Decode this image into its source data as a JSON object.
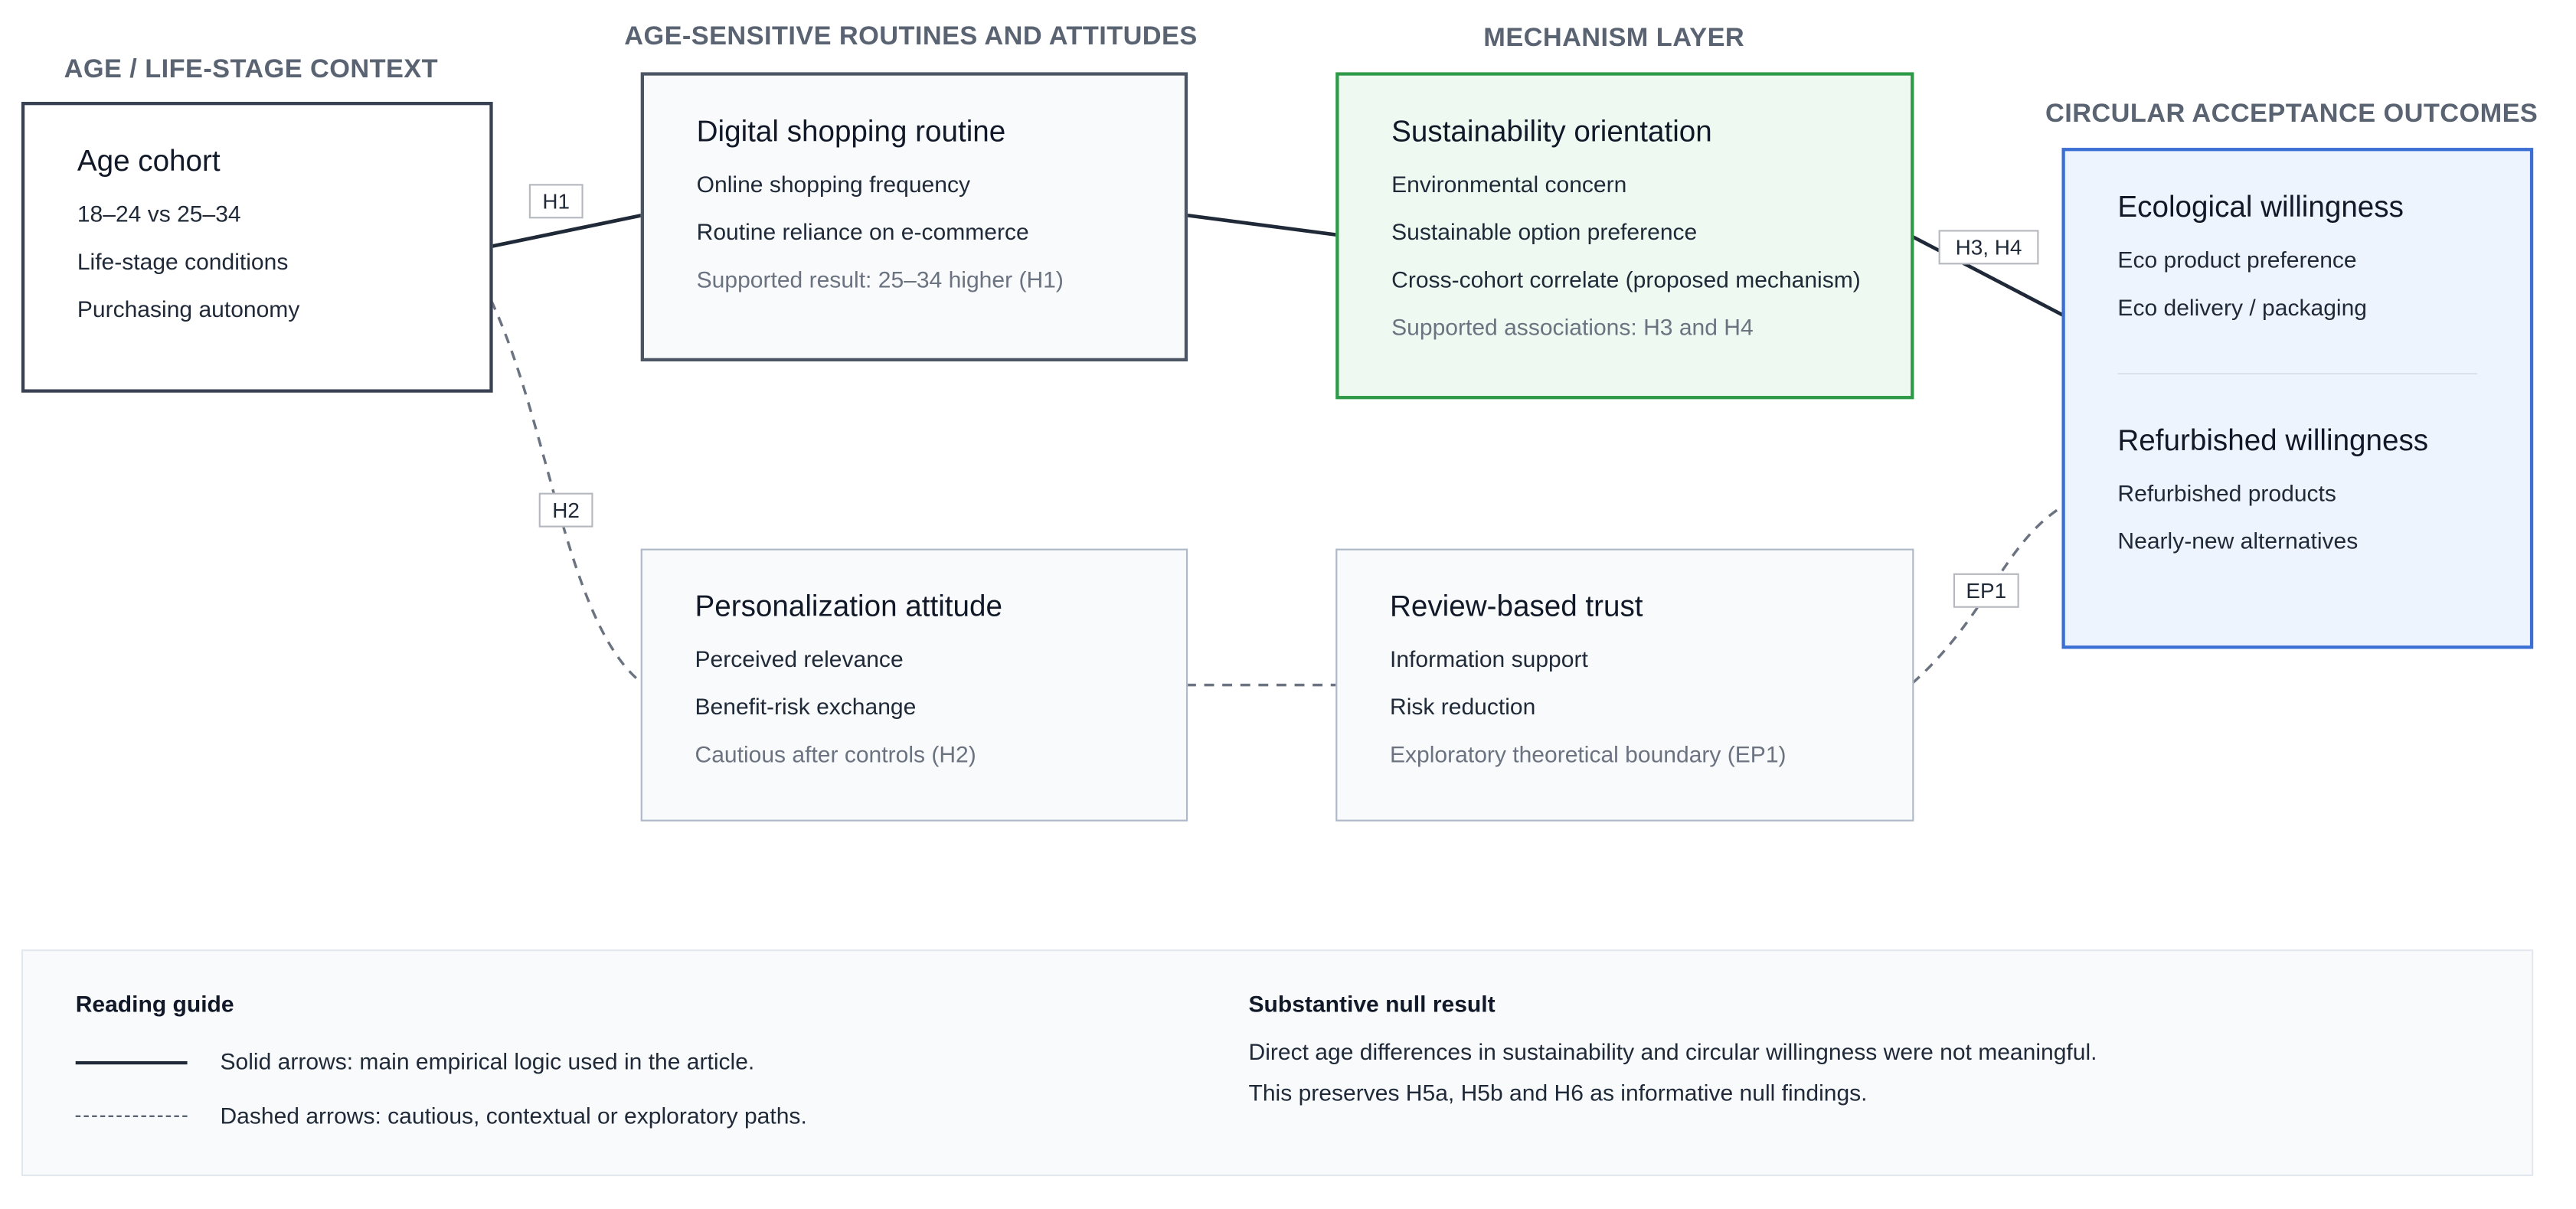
{
  "columns": {
    "context": "AGE / LIFE-STAGE CONTEXT",
    "routines": "AGE-SENSITIVE ROUTINES AND ATTITUDES",
    "mechanism": "MECHANISM LAYER",
    "outcomes": "CIRCULAR ACCEPTANCE OUTCOMES"
  },
  "boxes": {
    "age_cohort": {
      "title": "Age cohort",
      "items": [
        "18–24 vs 25–34",
        "Life-stage conditions",
        "Purchasing autonomy"
      ]
    },
    "digital_routine": {
      "title": "Digital shopping routine",
      "items": [
        "Online shopping frequency",
        "Routine reliance on e-commerce"
      ],
      "note": "Supported result: 25–34 higher (H1)"
    },
    "sustainability": {
      "title": "Sustainability orientation",
      "items": [
        "Environmental concern",
        "Sustainable option preference",
        "Cross-cohort correlate (proposed mechanism)"
      ],
      "note": "Supported associations: H3 and H4"
    },
    "personalization": {
      "title": "Personalization attitude",
      "items": [
        "Perceived relevance",
        "Benefit-risk exchange"
      ],
      "note": "Cautious after controls (H2)"
    },
    "review_trust": {
      "title": "Review-based trust",
      "items": [
        "Information support",
        "Risk reduction"
      ],
      "note": "Exploratory theoretical boundary (EP1)"
    },
    "outcomes": {
      "ecological": {
        "title": "Ecological willingness",
        "items": [
          "Eco product preference",
          "Eco delivery / packaging"
        ]
      },
      "refurbished": {
        "title": "Refurbished willingness",
        "items": [
          "Refurbished products",
          "Nearly-new alternatives"
        ]
      }
    }
  },
  "path_labels": {
    "h1": "H1",
    "h2": "H2",
    "h3h4": "H3, H4",
    "ep1": "EP1"
  },
  "guide": {
    "reading_title": "Reading guide",
    "solid_text": "Solid arrows: main empirical logic used in the article.",
    "dashed_text": "Dashed arrows: cautious, contextual or exploratory paths.",
    "null_title": "Substantive null result",
    "null_line1": "Direct age differences in sustainability and circular willingness were not meaningful.",
    "null_line2": "This preserves H5a, H5b and H6 as informative null findings."
  },
  "colors": {
    "solid_line": "#1f2937",
    "dashed_line": "#6b7280",
    "green_border": "#2e9a48",
    "blue_border": "#3b6fd4",
    "heading_gray": "#5a6372"
  }
}
